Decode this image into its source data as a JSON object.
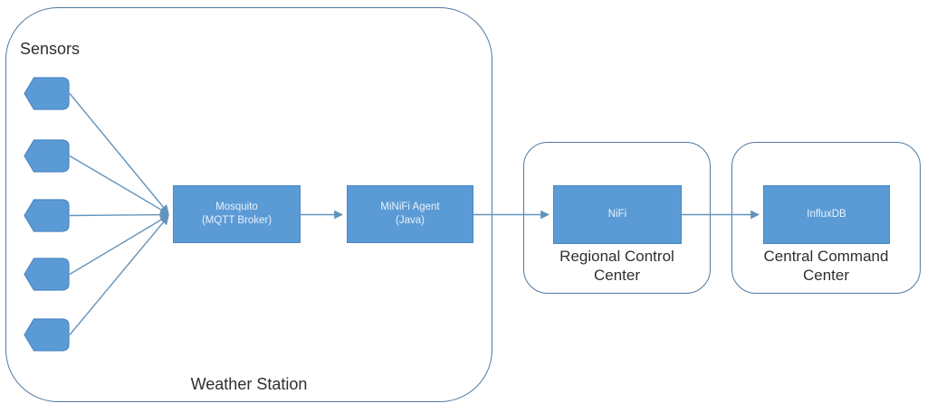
{
  "colors": {
    "node_fill": "#5b9bd5",
    "node_border": "#4b86c3",
    "container_border": "#51799e",
    "connector": "#6393ba",
    "node_text": "#e9f1fa",
    "label_text": "#2f2f2f"
  },
  "weather_station": {
    "title": "Weather Station",
    "sensors_label": "Sensors",
    "sensor_count": 5,
    "mosquito_label": "Mosquito\n(MQTT Broker)",
    "minifi_label": "MiNiFi Agent\n(Java)"
  },
  "regional_control_center": {
    "title": "Regional Control\nCenter",
    "nifi_label": "NiFi"
  },
  "central_command_center": {
    "title": "Central Command\nCenter",
    "influxdb_label": "InfluxDB"
  }
}
